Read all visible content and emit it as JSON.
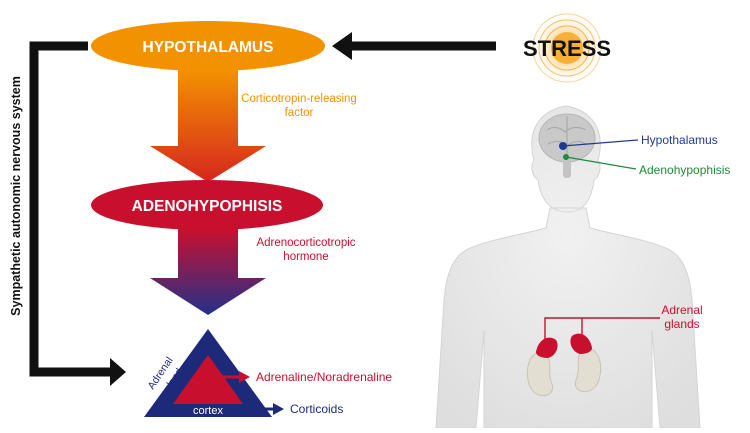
{
  "stress": {
    "label": "STRESS"
  },
  "flow": {
    "hypothalamus": "HYPOTHALAMUS",
    "crf_line1": "Corticotropin-releasing",
    "crf_line2": "factor",
    "adenohypophisis": "ADENOHYPOPHISIS",
    "acth_line1": "Adrenocorticotropic",
    "acth_line2": "hormone",
    "sympathetic": "Sympathetic autonomic nervous system",
    "adrenal_line1": "Adrenal",
    "adrenal_line2": "gland",
    "cortex": "cortex",
    "adrenaline": "Adrenaline/Noradrenaline",
    "corticoids": "Corticoids"
  },
  "body_labels": {
    "hypothalamus": "Hypothalamus",
    "adenohypophisis": "Adenohypophisis",
    "adrenal_line1": "Adrenal",
    "adrenal_line2": "glands"
  },
  "colors": {
    "orange": "#f39200",
    "red": "#c8102e",
    "navy": "#1d2a7a",
    "blue_label": "#1f3a93",
    "green_label": "#1e8a3a",
    "black": "#111111",
    "body": "#e8e8e8"
  }
}
